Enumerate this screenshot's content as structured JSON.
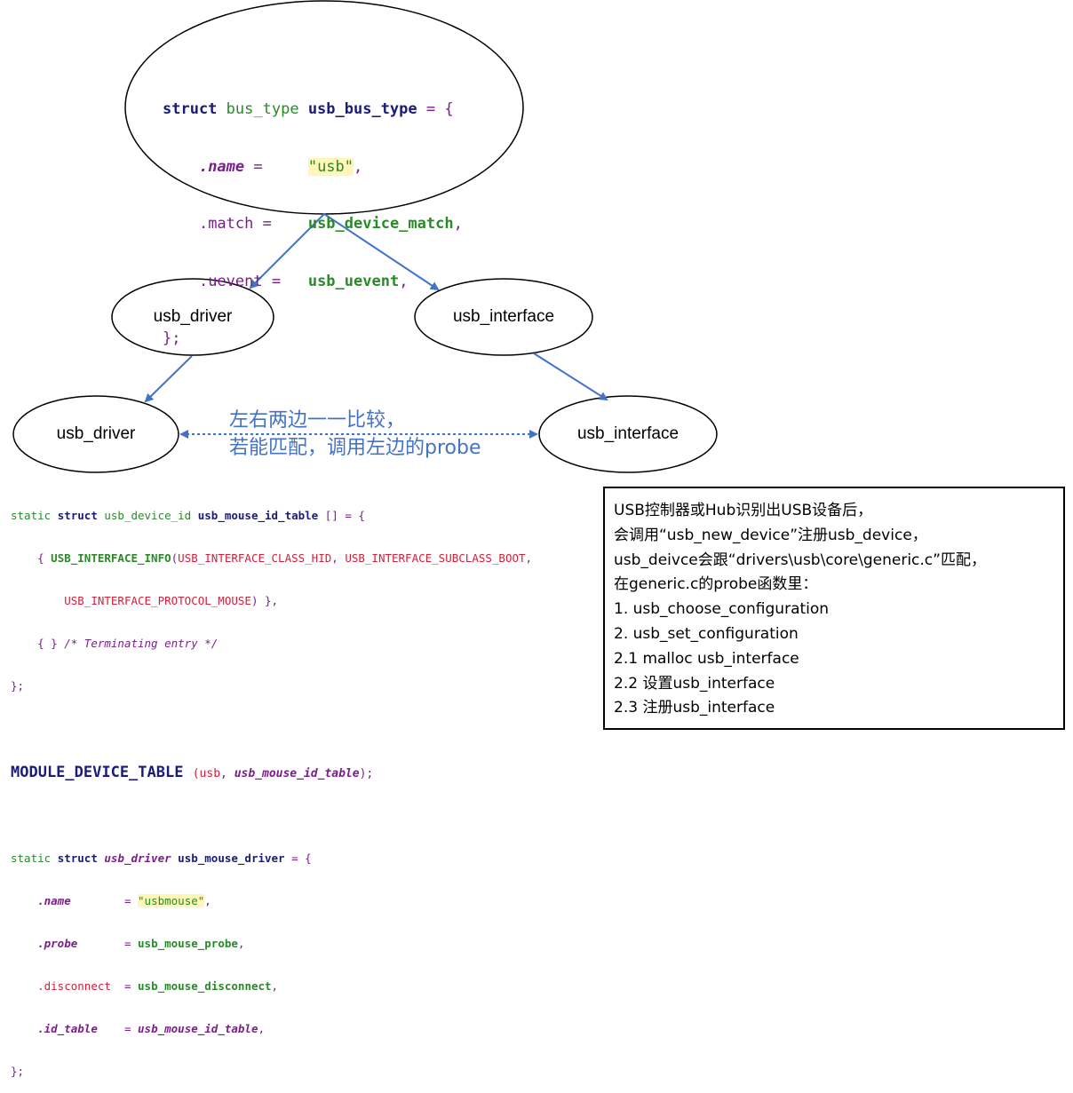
{
  "colors": {
    "arrow": "#4472c4",
    "annotation": "#4472c4",
    "keyword": "#1b1b7a",
    "type": "#2a8a2a",
    "punctuation": "#7a1f8a",
    "constant": "#d21f3a",
    "string_highlight": "#fff6b8"
  },
  "top_code": {
    "struct_kw": "struct",
    "type_name": "bus_type",
    "var_name": "usb_bus_type",
    "eq_brace": "= {",
    "field_name": ".name",
    "field_name_eq": "=",
    "field_name_val": "\"usb\"",
    "field_match": ".match",
    "field_match_eq": "=",
    "field_match_val": "usb_device_match",
    "field_uevent": ".uevent",
    "field_uevent_eq": "=",
    "field_uevent_val": "usb_uevent",
    "comma": ",",
    "closing": "};"
  },
  "nodes": {
    "driver_mid": "usb_driver",
    "interface_mid": "usb_interface",
    "driver_low": "usb_driver",
    "interface_low": "usb_interface"
  },
  "annotation": {
    "line1": "左右两边一一比较，",
    "line2": "若能匹配，调用左边的probe"
  },
  "bottom_code": {
    "l1_static": "static",
    "l1_struct": "struct",
    "l1_type": "usb_device_id",
    "l1_name": "usb_mouse_id_table",
    "l1_rest": "[] = {",
    "l2_open": "{",
    "l2_macro": "USB_INTERFACE_INFO",
    "l2_paren": "(",
    "l2_c1": "USB_INTERFACE_CLASS_HID",
    "l2_sep": ", ",
    "l2_c2": "USB_INTERFACE_SUBCLASS_BOOT",
    "l2_end": ",",
    "l3_c3": "USB_INTERFACE_PROTOCOL_MOUSE",
    "l3_end": ") },",
    "l4_open": "{ }",
    "l4_comment": "/* Terminating entry */",
    "l5_close": "};",
    "module_macro": "MODULE_DEVICE_TABLE",
    "module_open": "(",
    "module_arg1": "usb",
    "module_sep": ", ",
    "module_arg2": "usb_mouse_id_table",
    "module_close": ");",
    "d1_static": "static",
    "d1_struct": "struct",
    "d1_type": "usb_driver",
    "d1_name": "usb_mouse_driver",
    "d1_rest": "= {",
    "d2_field": ".name",
    "d2_eq": "= ",
    "d2_val": "\"usbmouse\"",
    "d2_comma": ",",
    "d3_field": ".probe",
    "d3_eq": "= ",
    "d3_val": "usb_mouse_probe",
    "d3_comma": ",",
    "d4_field": ".disconnect",
    "d4_eq": "= ",
    "d4_val": "usb_mouse_disconnect",
    "d4_comma": ",",
    "d5_field": ".id_table",
    "d5_eq": "= ",
    "d5_val": "usb_mouse_id_table",
    "d5_comma": ",",
    "d6_close": "};"
  },
  "notes": {
    "lines": [
      "USB控制器或Hub识别出USB设备后，",
      "会调用“usb_new_device”注册usb_device，",
      "usb_deivce会跟“drivers\\usb\\core\\generic.c”匹配，",
      "在generic.c的probe函数里：",
      "1. usb_choose_configuration",
      "2. usb_set_configuration",
      "2.1 malloc usb_interface",
      "2.2 设置usb_interface",
      "2.3 注册usb_interface"
    ]
  }
}
